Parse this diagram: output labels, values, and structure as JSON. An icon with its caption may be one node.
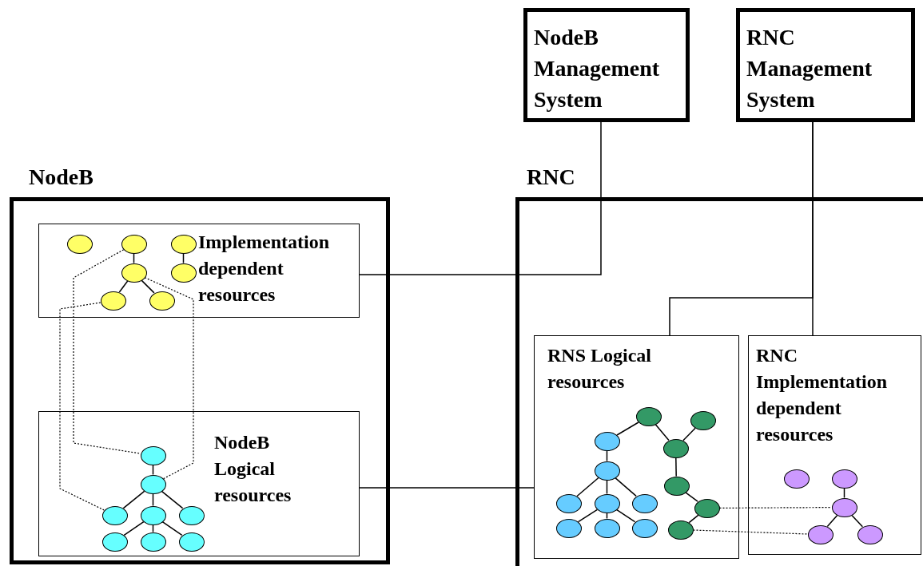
{
  "diagram": {
    "nodes": [
      {
        "text": [
          "NodeB Management System"
        ]
      },
      {
        "text": [
          "RNC Management System"
        ]
      },
      {
        "text": [
          "NodeB"
        ]
      },
      {
        "text": [
          "Implementation dependent resources"
        ],
        "in": 2
      },
      {
        "text": [],
        "shape": "circle",
        "in": 3
      },
      {
        "text": [],
        "shape": "circle",
        "in": 3
      },
      {
        "text": [],
        "shape": "circle",
        "in": 3
      },
      {
        "text": [],
        "shape": "circle",
        "in": 3
      },
      {
        "text": [],
        "shape": "circle",
        "in": 3
      },
      {
        "text": [],
        "shape": "circle",
        "in": 3
      },
      {
        "text": [],
        "shape": "circle",
        "in": 3
      },
      {
        "text": [
          "NodeB Logical resources"
        ],
        "in": 2
      },
      {
        "text": [],
        "shape": "circle",
        "in": 11
      },
      {
        "text": [],
        "shape": "circle",
        "in": 11
      },
      {
        "text": [],
        "shape": "circle",
        "in": 11
      },
      {
        "text": [],
        "shape": "circle",
        "in": 11
      },
      {
        "text": [],
        "shape": "circle",
        "in": 11
      },
      {
        "text": [],
        "shape": "circle",
        "in": 11
      },
      {
        "text": [],
        "shape": "circle",
        "in": 11
      },
      {
        "text": [],
        "shape": "circle",
        "in": 11
      },
      {
        "text": [
          "RNC"
        ]
      },
      {
        "text": [
          "RNS Logical resources"
        ],
        "in": 20
      },
      {
        "text": [],
        "shape": "circle",
        "in": 21
      },
      {
        "text": [],
        "shape": "circle",
        "in": 21
      },
      {
        "text": [],
        "shape": "circle",
        "in": 21
      },
      {
        "text": [],
        "shape": "circle",
        "in": 21
      },
      {
        "text": [],
        "shape": "circle",
        "in": 21
      },
      {
        "text": [],
        "shape": "circle",
        "in": 21
      },
      {
        "text": [],
        "shape": "circle",
        "in": 21
      },
      {
        "text": [],
        "shape": "circle",
        "in": 21
      },
      {
        "text": [],
        "shape": "circle",
        "in": 21
      },
      {
        "text": [],
        "shape": "circle",
        "in": 21
      },
      {
        "text": [],
        "shape": "circle",
        "in": 21
      },
      {
        "text": [],
        "shape": "circle",
        "in": 21
      },
      {
        "text": [],
        "shape": "circle",
        "in": 21
      },
      {
        "text": [],
        "shape": "circle",
        "in": 21
      },
      {
        "text": [
          "RNC Implementation dependent resources"
        ],
        "in": 20
      },
      {
        "text": [],
        "shape": "circle",
        "in": 36
      },
      {
        "text": [],
        "shape": "circle",
        "in": 36
      },
      {
        "text": [],
        "shape": "circle",
        "in": 36
      },
      {
        "text": [],
        "shape": "circle",
        "in": 36
      },
      {
        "text": [],
        "shape": "circle",
        "in": 36
      }
    ],
    "edges": [
      {
        "from": 0,
        "to": 3,
        "arrow": "none"
      },
      {
        "from": 1,
        "to": 21,
        "arrow": "none"
      },
      {
        "from": 1,
        "to": 36,
        "arrow": "none"
      },
      {
        "from": 11,
        "to": 21,
        "arrow": "none"
      },
      {
        "from": 5,
        "to": 7,
        "arrow": "none"
      },
      {
        "from": 7,
        "to": 9,
        "arrow": "none"
      },
      {
        "from": 7,
        "to": 10,
        "arrow": "none"
      },
      {
        "from": 6,
        "to": 8,
        "arrow": "none"
      },
      {
        "from": 5,
        "to": 12,
        "arrow": "none",
        "style": "dashed"
      },
      {
        "from": 9,
        "to": 14,
        "arrow": "none",
        "style": "dashed"
      },
      {
        "from": 7,
        "to": 13,
        "arrow": "none",
        "style": "dashed"
      },
      {
        "from": 12,
        "to": 13,
        "arrow": "none"
      },
      {
        "from": 13,
        "to": 14,
        "arrow": "none"
      },
      {
        "from": 13,
        "to": 15,
        "arrow": "none"
      },
      {
        "from": 13,
        "to": 16,
        "arrow": "none"
      },
      {
        "from": 15,
        "to": 17,
        "arrow": "none"
      },
      {
        "from": 15,
        "to": 18,
        "arrow": "none"
      },
      {
        "from": 15,
        "to": 19,
        "arrow": "none"
      },
      {
        "from": 22,
        "to": 24,
        "arrow": "none"
      },
      {
        "from": 22,
        "to": 25,
        "arrow": "none"
      },
      {
        "from": 23,
        "to": 25,
        "arrow": "none"
      },
      {
        "from": 25,
        "to": 27,
        "arrow": "none"
      },
      {
        "from": 27,
        "to": 31,
        "arrow": "none"
      },
      {
        "from": 31,
        "to": 35,
        "arrow": "none"
      },
      {
        "from": 24,
        "to": 26,
        "arrow": "none"
      },
      {
        "from": 26,
        "to": 28,
        "arrow": "none"
      },
      {
        "from": 26,
        "to": 29,
        "arrow": "none"
      },
      {
        "from": 26,
        "to": 30,
        "arrow": "none"
      },
      {
        "from": 29,
        "to": 32,
        "arrow": "none"
      },
      {
        "from": 29,
        "to": 33,
        "arrow": "none"
      },
      {
        "from": 29,
        "to": 34,
        "arrow": "none"
      },
      {
        "from": 31,
        "to": 39,
        "arrow": "none",
        "style": "dashed"
      },
      {
        "from": 35,
        "to": 40,
        "arrow": "none",
        "style": "dashed"
      },
      {
        "from": 38,
        "to": 39,
        "arrow": "none"
      },
      {
        "from": 39,
        "to": 40,
        "arrow": "none"
      },
      {
        "from": 39,
        "to": 41,
        "arrow": "none"
      }
    ]
  }
}
